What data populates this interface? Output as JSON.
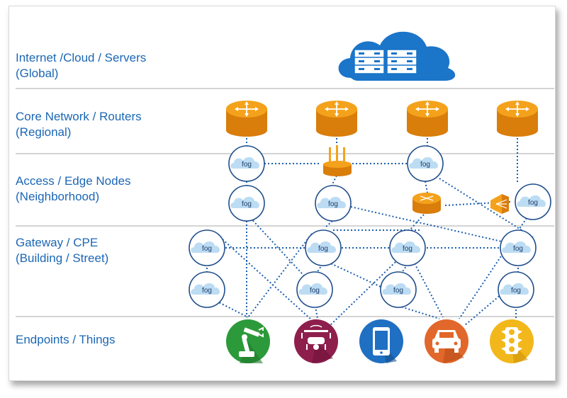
{
  "layers": [
    {
      "line1": "Internet /Cloud / Servers",
      "line2": "(Global)"
    },
    {
      "line1": "Core Network / Routers",
      "line2": "(Regional)"
    },
    {
      "line1": "Access / Edge Nodes",
      "line2": "(Neighborhood)"
    },
    {
      "line1": "Gateway / CPE",
      "line2": "(Building / Street)"
    },
    {
      "line1": "Endpoints / Things",
      "line2": ""
    }
  ],
  "fog_label": "fog",
  "colors": {
    "text": "#1b67b5",
    "cloud": "#1b75c9",
    "router": "#f4a21c",
    "router_dark": "#d97d0b",
    "link": "#1b5fae",
    "fog_cloud": "#bcdcf3",
    "fog_ring": "#1f4e8c",
    "robot_arm": "#2c9a3a",
    "drone": "#8e1f4d",
    "phone": "#1f6fc2",
    "car": "#e2672a",
    "traffic_light": "#f2b71b"
  },
  "endpoints": [
    "robot-arm-icon",
    "drone-icon",
    "smartphone-icon",
    "car-icon",
    "traffic-light-icon"
  ]
}
